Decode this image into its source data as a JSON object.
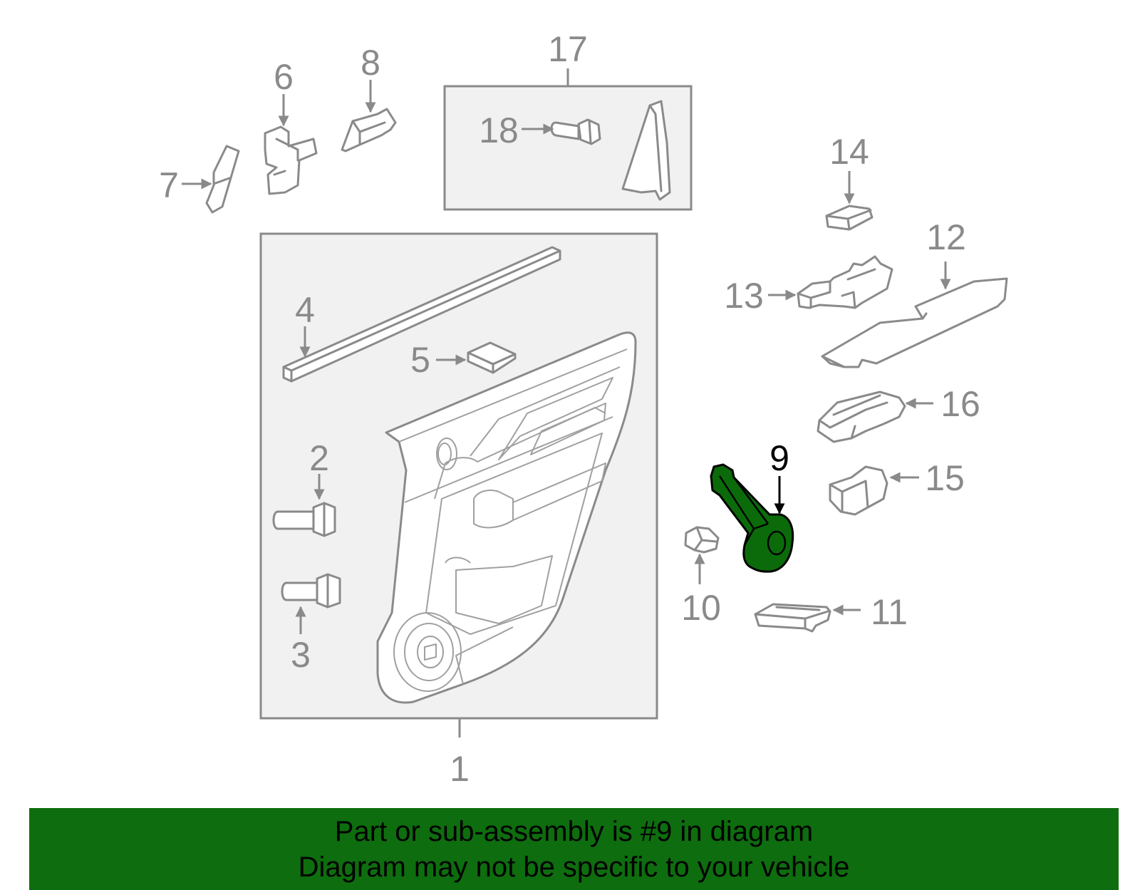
{
  "callouts": {
    "c1": "1",
    "c2": "2",
    "c3": "3",
    "c4": "4",
    "c5": "5",
    "c6": "6",
    "c7": "7",
    "c8": "8",
    "c9": "9",
    "c10": "10",
    "c11": "11",
    "c12": "12",
    "c13": "13",
    "c14": "14",
    "c15": "15",
    "c16": "16",
    "c17": "17",
    "c18": "18"
  },
  "highlight": {
    "part_number": "9",
    "color": "#0e6d0e"
  },
  "banner": {
    "line1": "Part or sub-assembly is #9 in diagram",
    "line2": "Diagram may not be specific to your vehicle"
  }
}
